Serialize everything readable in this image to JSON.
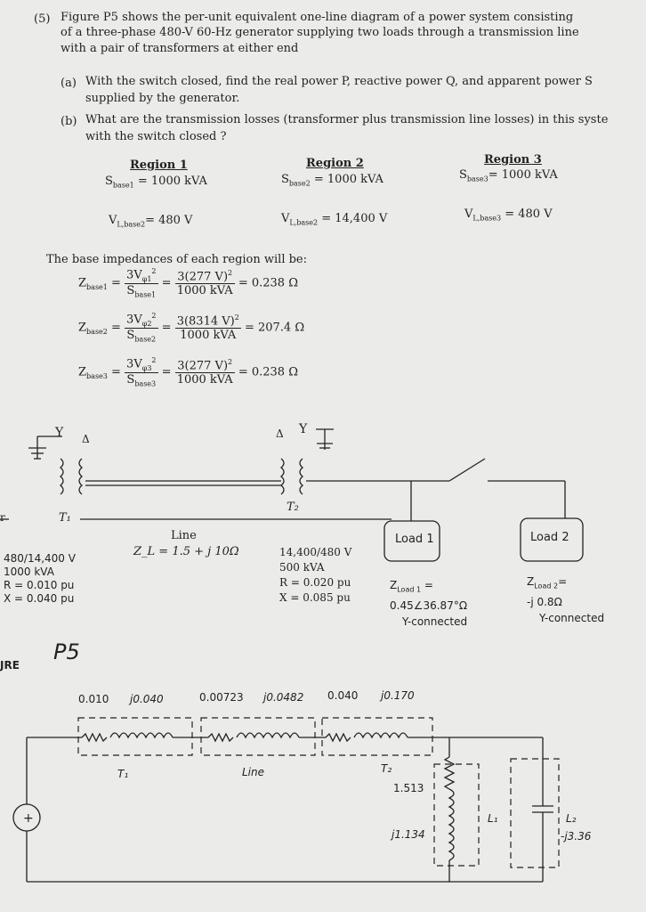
{
  "problem": {
    "number": "(5)",
    "line1": "Figure P5 shows the per-unit equivalent one-line diagram of a power system consisting",
    "line2": "of a three-phase 480-V 60-Hz generator supplying two loads through a transmission line",
    "line3": "with a pair of transformers at either end",
    "part_a_label": "(a)",
    "part_a_1": "With the switch closed, find the real power P, reactive power Q, and apparent power S",
    "part_a_2": "supplied by the generator.",
    "part_b_label": "(b)",
    "part_b_1": "What are the transmission losses (transformer plus transmission line losses) in this syste",
    "part_b_2": "with the switch closed ?"
  },
  "regions": [
    {
      "title": "Region 1",
      "s_label": "S",
      "s_sub": "base1",
      "s_val": "= 1000 kVA",
      "v_label": "V",
      "v_sub": "L,base2",
      "v_val": "= 480 V"
    },
    {
      "title": "Region 2",
      "s_label": "S",
      "s_sub": "base2",
      "s_val": "= 1000 kVA",
      "v_label": "V",
      "v_sub": "L,base2",
      "v_val": "= 14,400 V"
    },
    {
      "title": "Region 3",
      "s_label": "S",
      "s_sub": "base3",
      "s_val": "= 1000 kVA",
      "v_label": "V",
      "v_sub": "L,base3",
      "v_val": "= 480 V"
    }
  ],
  "impedances": {
    "intro": "The base impedances of each region will be:",
    "rows": [
      {
        "z": "Z",
        "zsub": "base1",
        "num1": "3V",
        "num1sub": "φ1",
        "den1": "S",
        "den1sub": "base1",
        "num2": "3(277 V)",
        "den2": "1000 kVA",
        "result": "= 0.238 Ω"
      },
      {
        "z": "Z",
        "zsub": "base2",
        "num1": "3V",
        "num1sub": "φ2",
        "den1": "S",
        "den1sub": "base2",
        "num2": "3(8314 V)",
        "den2": "1000 kVA",
        "result": "= 207.4 Ω"
      },
      {
        "z": "Z",
        "zsub": "base3",
        "num1": "3V",
        "num1sub": "φ3",
        "den1": "S",
        "den1sub": "base3",
        "num2": "3(277 V)",
        "den2": "1000 kVA",
        "result": "= 0.238 Ω"
      }
    ]
  },
  "diagram": {
    "t1": "T₁",
    "t2": "T₂",
    "delta": "Δ",
    "wye": "Y",
    "line_label": "Line",
    "line_z": "Z_L = 1.5 + j 10Ω",
    "t1_specs": [
      "480/14,400 V",
      "1000 kVA",
      "R = 0.010 pu",
      "X = 0.040 pu"
    ],
    "t2_specs": [
      "14,400/480 V",
      "500 kVA",
      "R = 0.020 pu",
      "X = 0.085 pu"
    ],
    "load1_box": "Load 1",
    "load2_box": "Load 2",
    "load1_z1": "Z",
    "load1_zsub": "Load 1",
    "load1_z2": "=",
    "load1_val": "0.45∠36.87°Ω",
    "load1_conn": "Y-connected",
    "load2_z1": "Z",
    "load2_zsub": "Load 2",
    "load2_z2": "=",
    "load2_val": "-j 0.8Ω",
    "load2_conn": "Y-connected",
    "figure_label": "JRE",
    "p5": "P5",
    "left_edge": "r"
  },
  "equivalent": {
    "t1_r": "0.010",
    "t1_x": "j0.040",
    "line_r": "0.00723",
    "line_x": "j0.0482",
    "t2_r": "0.040",
    "t2_x": "j0.170",
    "t1_label": "T₁",
    "line_label": "Line",
    "t2_label": "T₂",
    "l1_r": "1.513",
    "l1_x": "j1.134",
    "l1_label": "L₁",
    "l2_label": "L₂",
    "l2_x": "-j3.36"
  }
}
